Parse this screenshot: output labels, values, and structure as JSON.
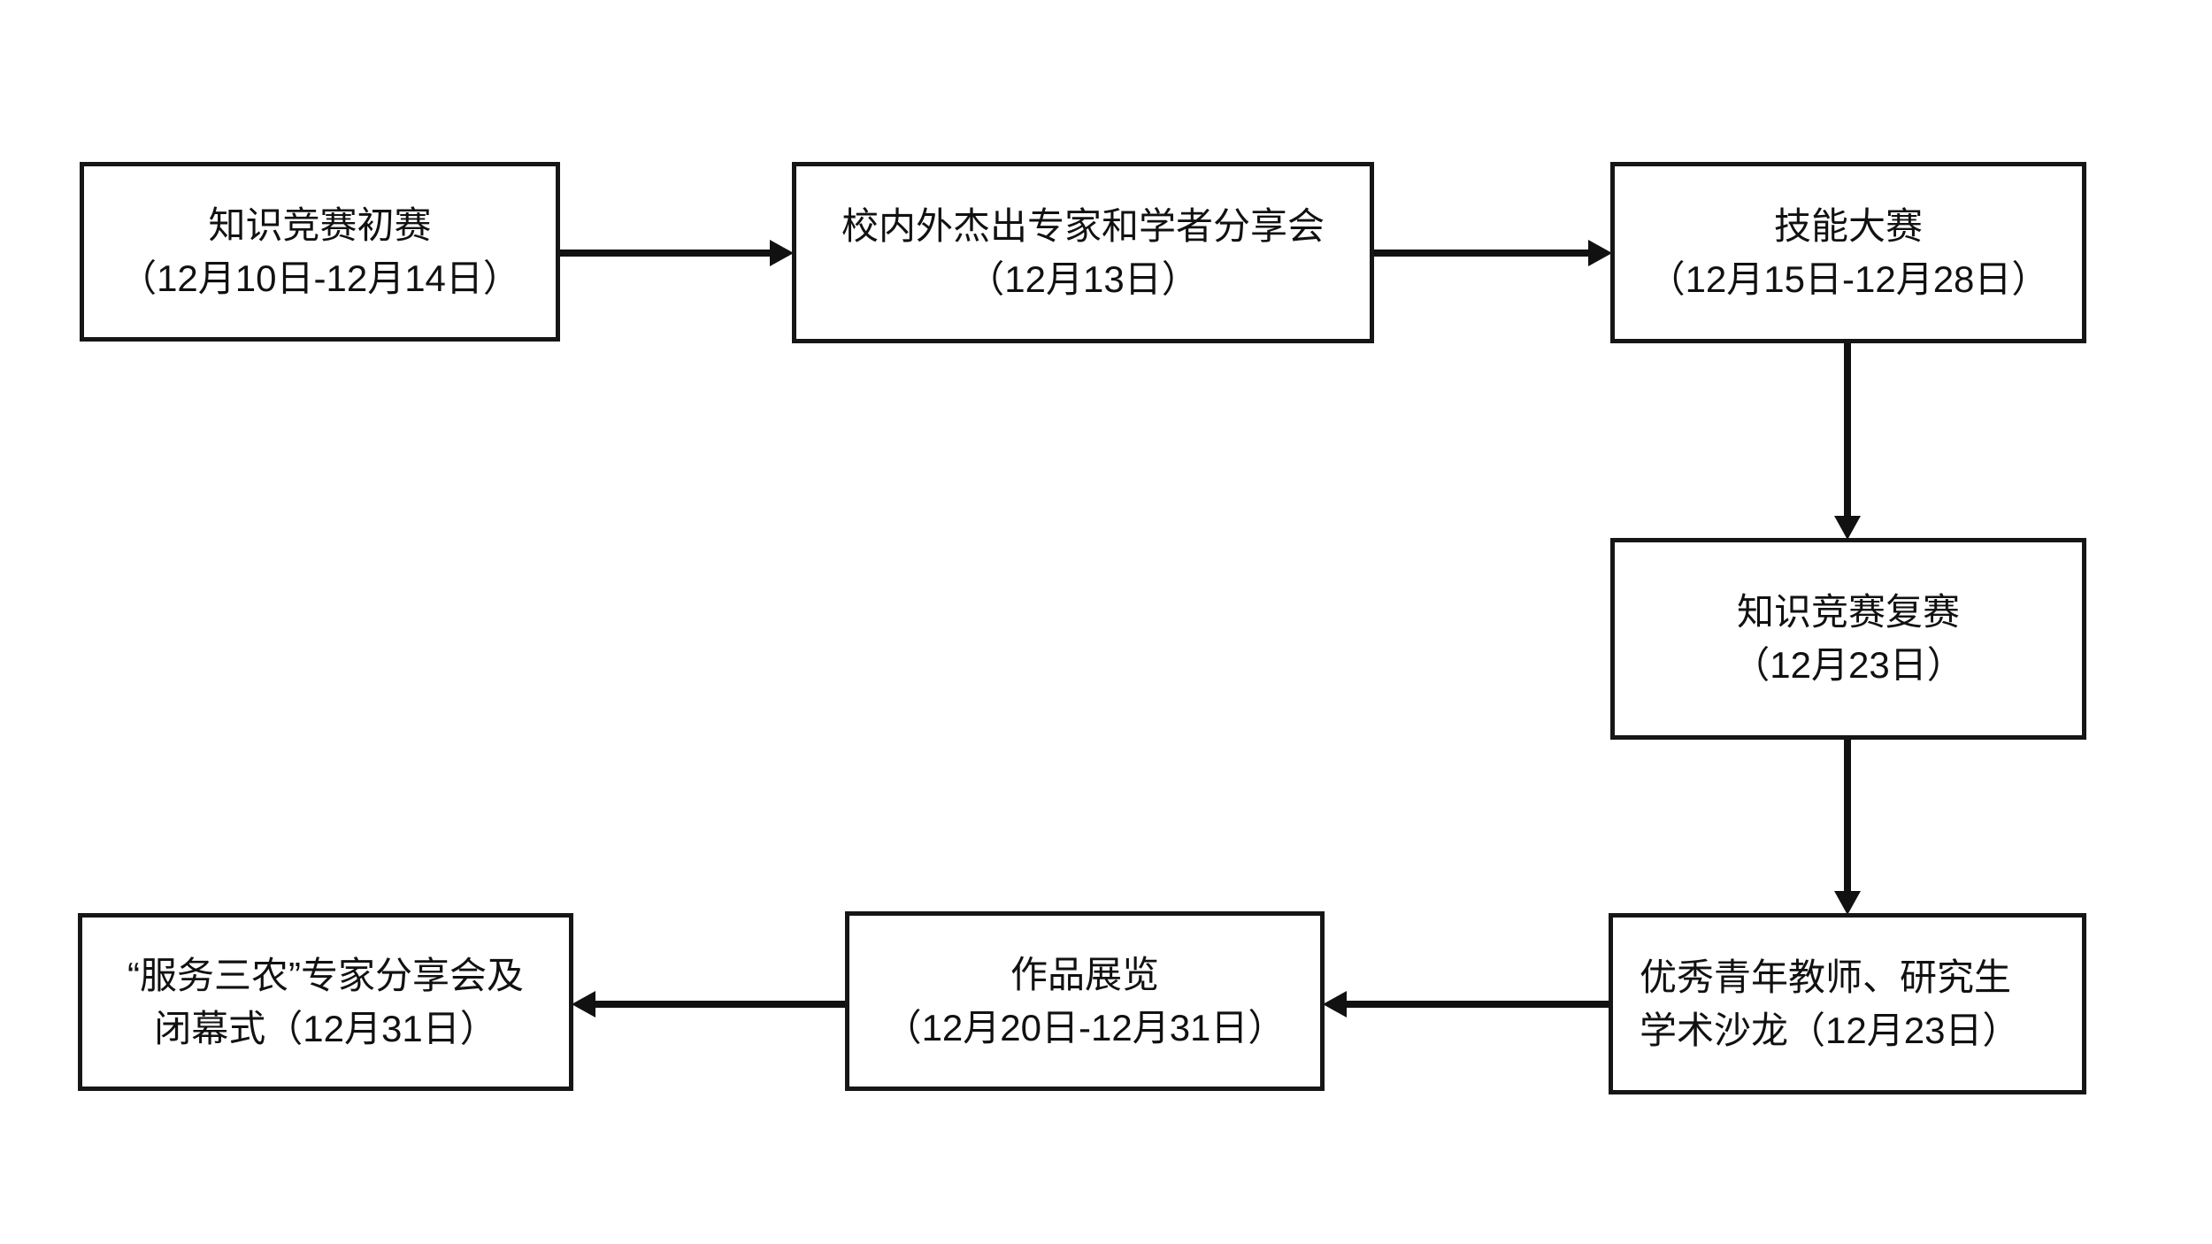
{
  "page": {
    "background_color": "#ffffff",
    "line_color": "#161616",
    "text_color": "#111111"
  },
  "flowchart": {
    "boxes": [
      {
        "id": "knowledge-contest-preliminary",
        "line1": "知识竞赛初赛",
        "line2": "（12月10日-12月14日）"
      },
      {
        "id": "experts-scholars-sharing",
        "line1": "校内外杰出专家和学者分享会",
        "line2": "（12月13日）"
      },
      {
        "id": "skills-competition",
        "line1": "技能大赛",
        "line2": "（12月15日-12月28日）"
      },
      {
        "id": "knowledge-contest-rematch",
        "line1": "知识竞赛复赛",
        "line2": "（12月23日）"
      },
      {
        "id": "teachers-postgraduates-salon",
        "line1": "优秀青年教师、研究生",
        "line2": "学术沙龙（12月23日）"
      },
      {
        "id": "works-exhibition",
        "line1": "作品展览",
        "line2": "（12月20日-12月31日）"
      },
      {
        "id": "sannong-experts-closing",
        "line1": "“服务三农”专家分享会及",
        "line2": "闭幕式（12月31日）"
      }
    ],
    "edges": [
      {
        "from": "knowledge-contest-preliminary",
        "to": "experts-scholars-sharing",
        "direction": "right"
      },
      {
        "from": "experts-scholars-sharing",
        "to": "skills-competition",
        "direction": "right"
      },
      {
        "from": "skills-competition",
        "to": "knowledge-contest-rematch",
        "direction": "down"
      },
      {
        "from": "knowledge-contest-rematch",
        "to": "teachers-postgraduates-salon",
        "direction": "down"
      },
      {
        "from": "teachers-postgraduates-salon",
        "to": "works-exhibition",
        "direction": "left"
      },
      {
        "from": "works-exhibition",
        "to": "sannong-experts-closing",
        "direction": "left"
      }
    ]
  }
}
